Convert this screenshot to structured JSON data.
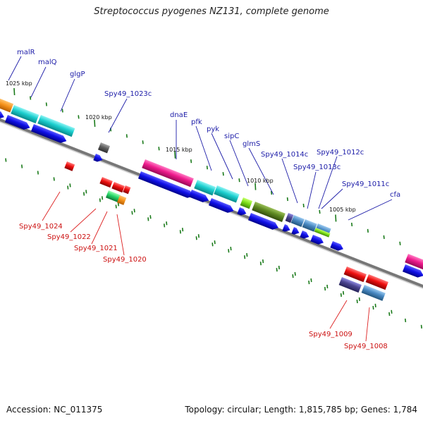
{
  "title": "Streptococcus pyogenes NZ131, complete genome",
  "footer": {
    "accession": "Accession: NC_011375",
    "topology": "Topology: circular; Length: 1,815,785 bp; Genes: 1,784"
  },
  "scale_labels": [
    "1025 kbp",
    "1020 kbp",
    "1015 kbp",
    "1010 kbp",
    "1005 kbp"
  ],
  "forward_genes": [
    "malR",
    "malQ",
    "glgP",
    "Spy49_1023c",
    "dnaE",
    "pfk",
    "pyk",
    "sipC",
    "glmS",
    "Spy49_1014c",
    "Spy49_1013c",
    "Spy49_1012c",
    "Spy49_1011c",
    "cfa"
  ],
  "reverse_genes": [
    "Spy49_1024",
    "Spy49_1022",
    "Spy49_1021",
    "Spy49_1020",
    "Spy49_1009",
    "Spy49_1008"
  ],
  "colors": {
    "forward_label": "#1c1ca8",
    "reverse_label": "#cc1111",
    "cds": "#1010e0",
    "backbone": "#808080",
    "ticks": "#1a7a1a"
  }
}
